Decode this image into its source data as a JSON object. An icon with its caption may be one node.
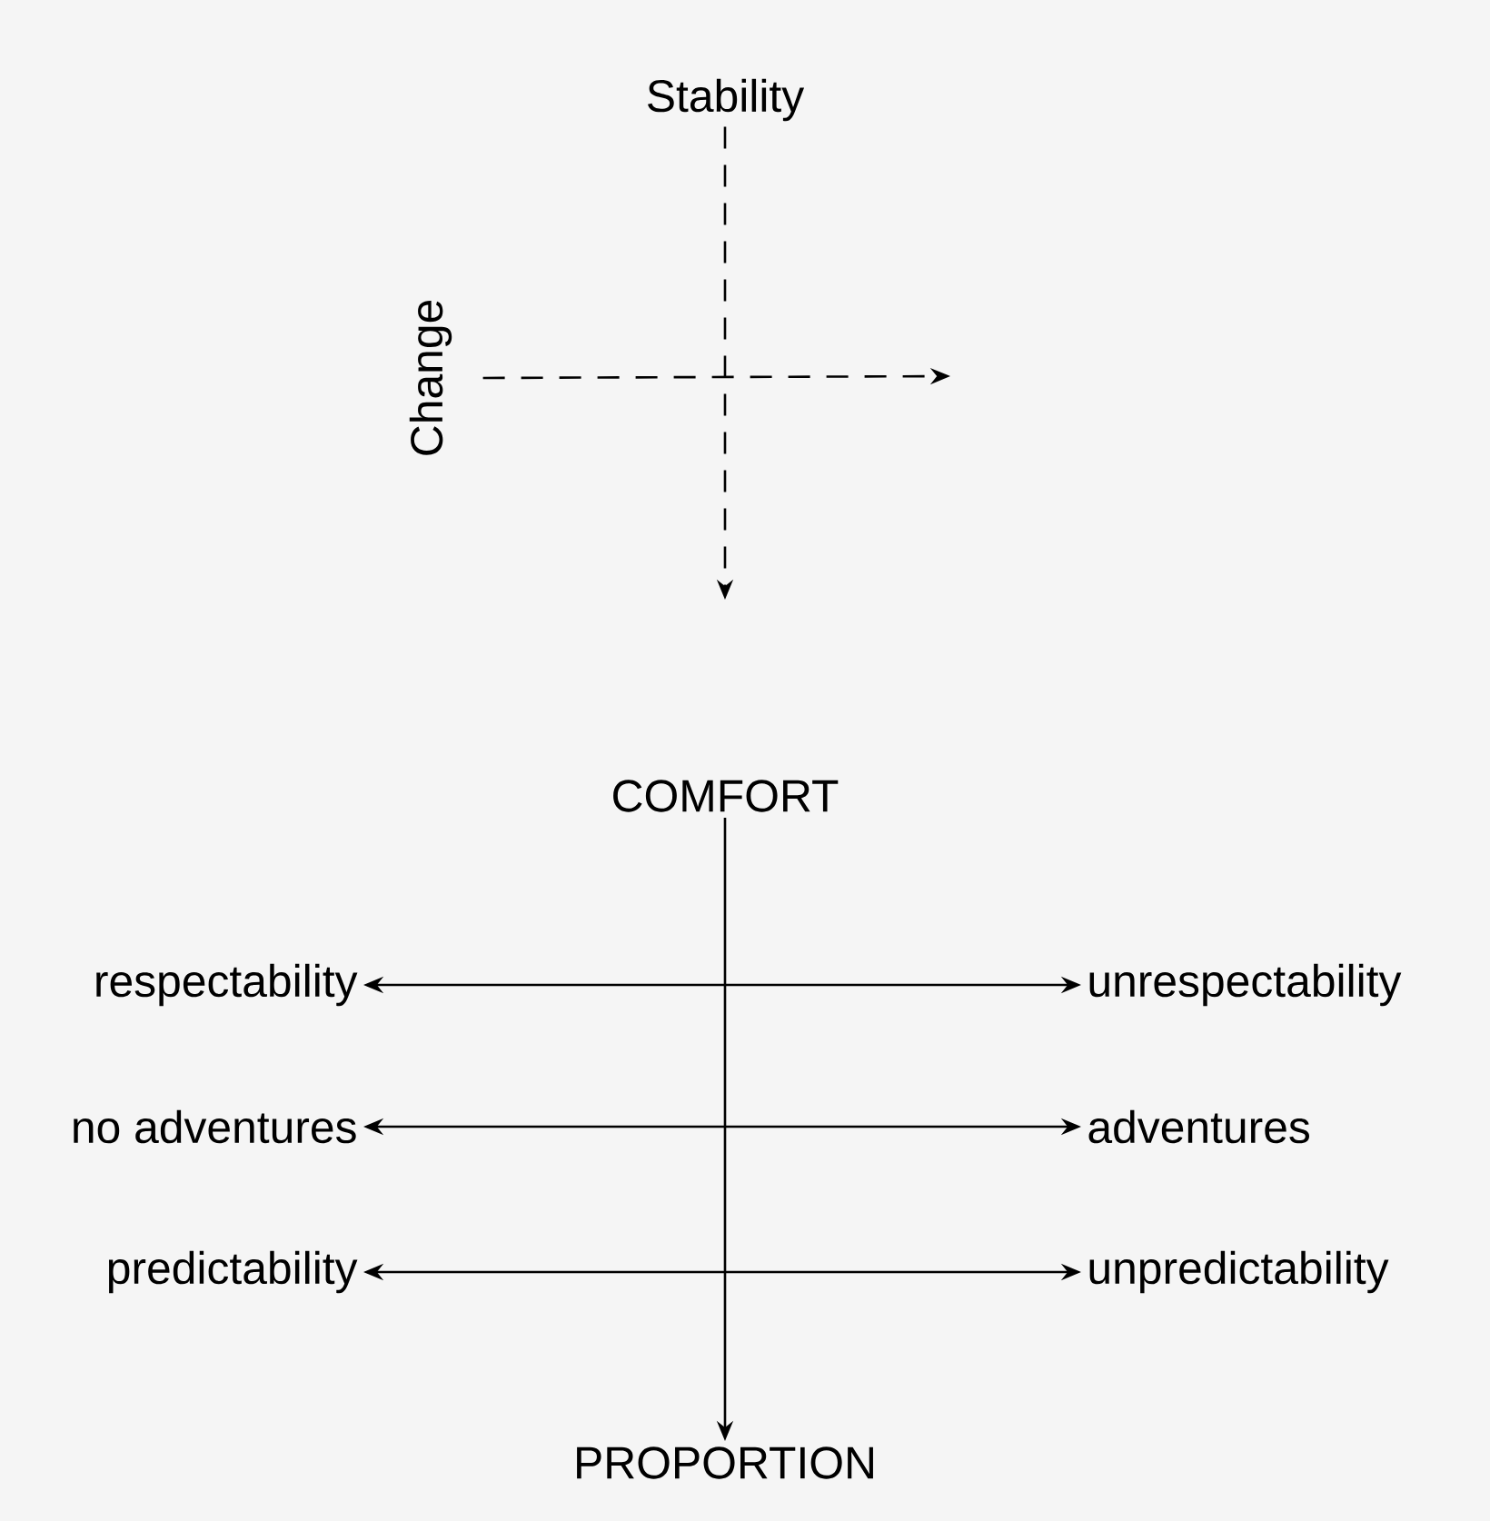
{
  "diagram": {
    "nodes": [
      {
        "text": [
          "Stability"
        ]
      },
      {
        "text": [
          "Change"
        ]
      },
      {
        "text": [
          "COMFORT"
        ]
      },
      {
        "text": [
          "PROPORTION"
        ]
      },
      {
        "text": [
          "respectability"
        ]
      },
      {
        "text": [
          "unrespectability"
        ]
      },
      {
        "text": [
          "no adventures"
        ]
      },
      {
        "text": [
          "adventures"
        ]
      },
      {
        "text": [
          "predictability"
        ]
      },
      {
        "text": [
          "unpredictability"
        ]
      }
    ],
    "edges": [
      {
        "from": 0,
        "to": null,
        "arrow": "to",
        "style": "dashed"
      },
      {
        "from": 1,
        "to": null,
        "arrow": "to",
        "style": "dashed"
      },
      {
        "from": 2,
        "to": 3,
        "arrow": "to"
      },
      {
        "from": 4,
        "to": 5,
        "arrow": "both"
      },
      {
        "from": 6,
        "to": 7,
        "arrow": "both"
      },
      {
        "from": 8,
        "to": 9,
        "arrow": "both"
      }
    ]
  }
}
